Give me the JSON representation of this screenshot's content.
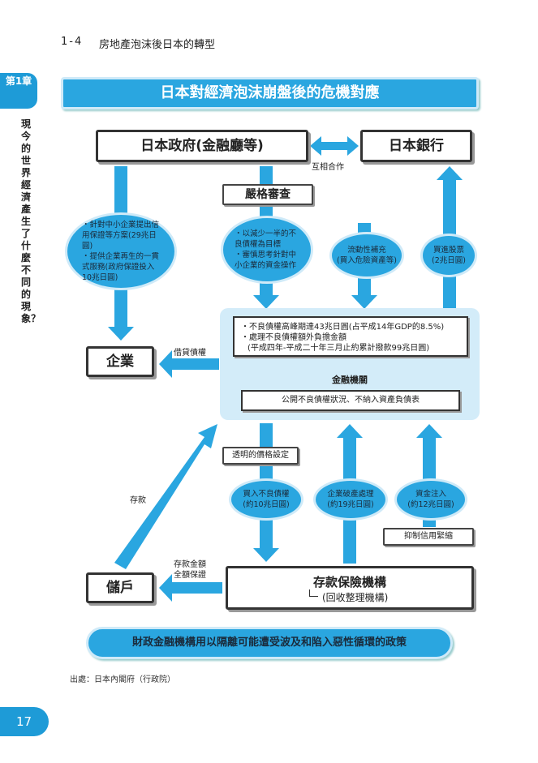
{
  "header": {
    "section_no": "1-4",
    "section_title": "房地產泡沫後日本的轉型"
  },
  "side": {
    "chapter_tab": "第1章",
    "chapter_title": "現今的世界經濟產生了什麼不同的現象？"
  },
  "page_number": "17",
  "diagram": {
    "title": "日本對經濟泡沫崩盤後的危機對應",
    "government": "日本政府(金融廳等)",
    "boj": "日本銀行",
    "cooperation": "互相合作",
    "strict_review": "嚴格審查",
    "gov_measures": [
      "・針對中小企業提出信用保證等方案(29兆日圓)",
      "・提供企業再生的一貫式服務(政府保證投入10兆日圓)"
    ],
    "review_measures": [
      "・以減少一半的不良債權為目標",
      "・審慎思考針對中小企業的資金操作"
    ],
    "liquidity": [
      "流動性補充",
      "(買入危險資產等)"
    ],
    "stock_purchase": [
      "買進股票",
      "(2兆日圓)"
    ],
    "enterprise": "企業",
    "lending": "借貸債權",
    "bad_debt_info": [
      "・不良債權高峰期達43兆日圓(占平成14年GDP的8.5%)",
      "・處理不良債權額外負擔金額",
      "(平成四年-平成二十年三月止約累計撥款99兆日圓)"
    ],
    "financial_institutions": "金融機關",
    "disclosure": "公開不良債權狀況、不納入資產負債表",
    "transparent_pricing": "透明的價格設定",
    "buy_bad_debt": [
      "買入不良債權",
      "(約10兆日圓)"
    ],
    "bankruptcy": [
      "企業破產處理",
      "(約19兆日圓)"
    ],
    "capital_injection": [
      "資金注入",
      "(約12兆日圓)"
    ],
    "credit_crunch": "抑制信用緊縮",
    "deposit_label": "存款",
    "deposit_guarantee": [
      "存款金額",
      "全額保證"
    ],
    "savers": "儲戶",
    "deposit_insurance": "存款保險機構",
    "resolution": "(回收整理機構)",
    "policy": "財政金融機構用以隔離可能遭受波及和陷入惡性循環的政策"
  },
  "source": "出處：日本內閣府（行政院）",
  "colors": {
    "accent": "#2aa6e0",
    "panel": "#d3ecf9",
    "border": "#333333"
  }
}
